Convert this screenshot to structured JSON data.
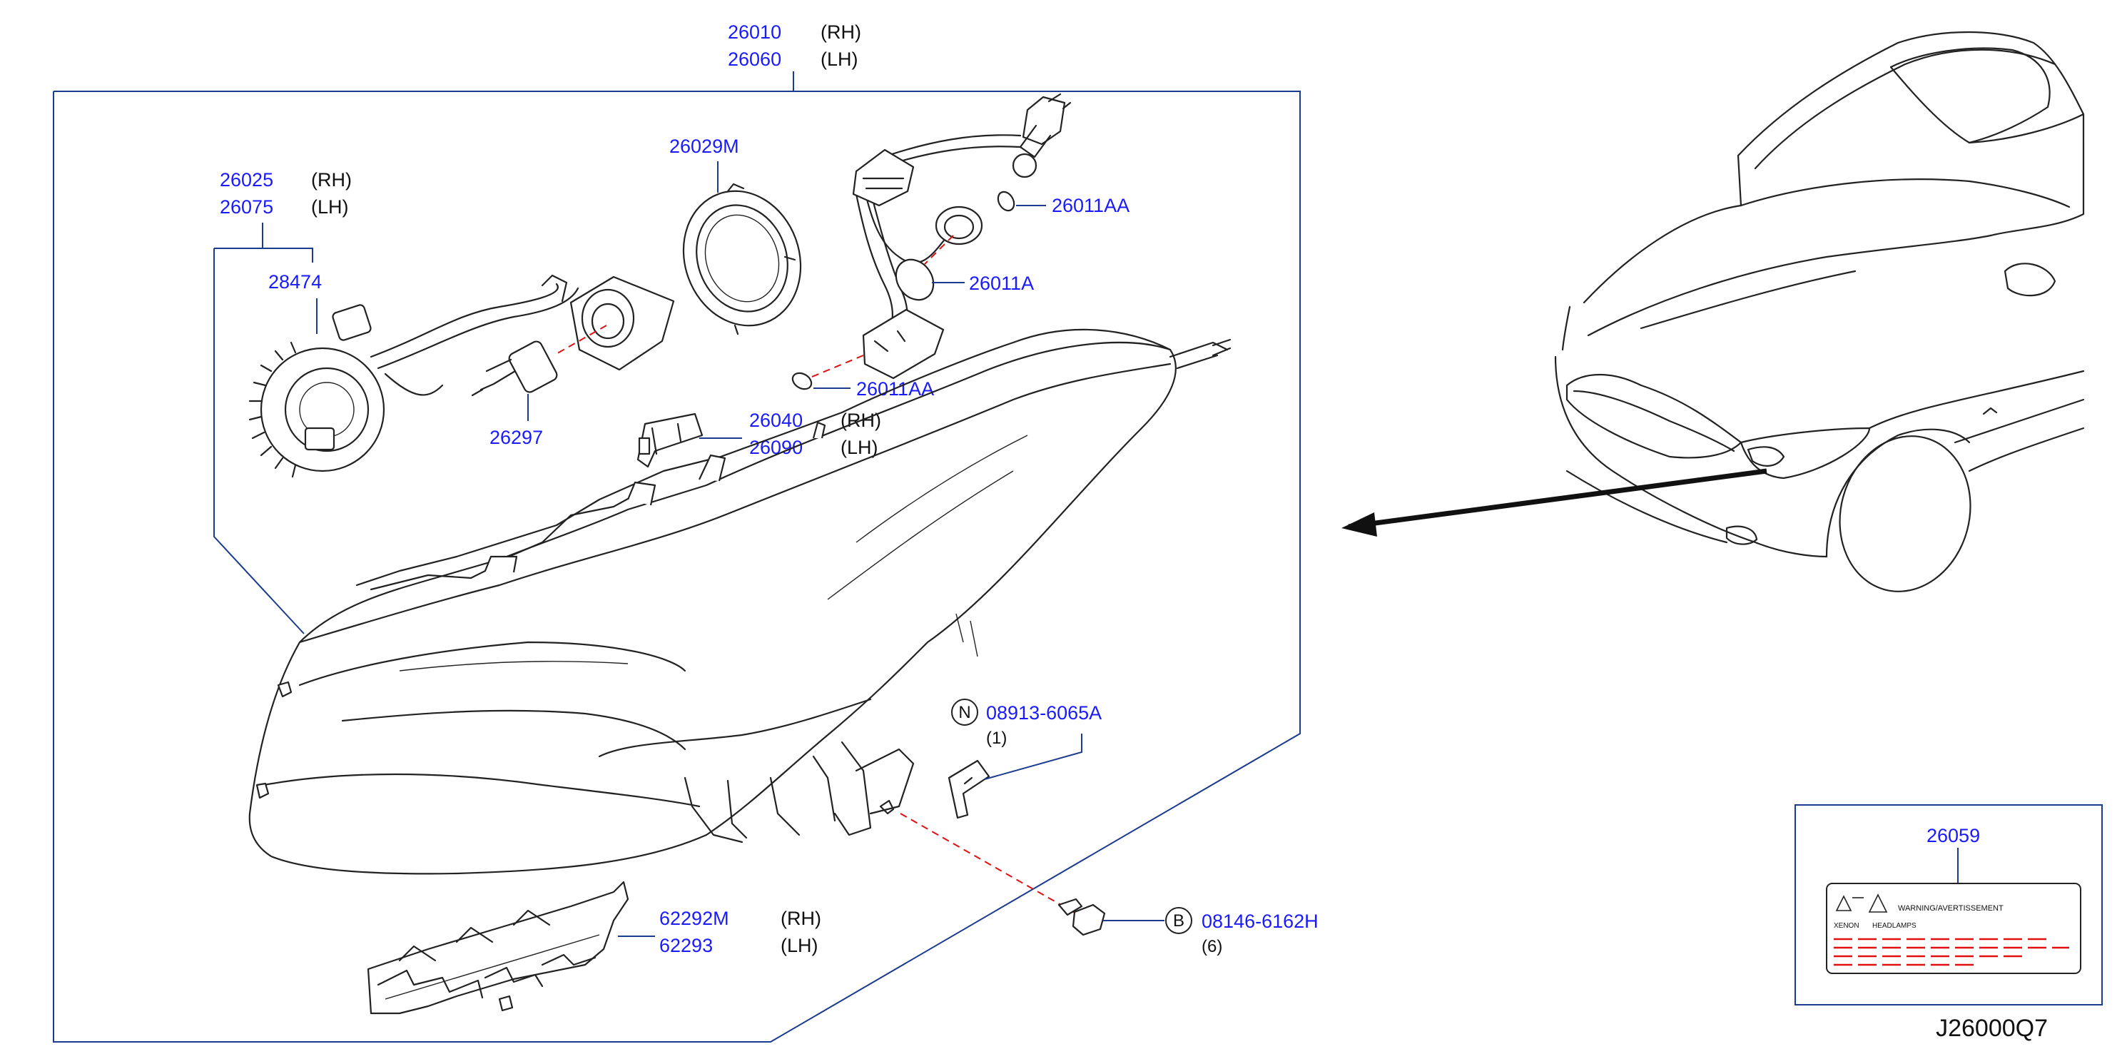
{
  "diagram_code": "J26000Q7",
  "assembly": {
    "pn_rh": "26010",
    "side_rh": "(RH)",
    "pn_lh": "26060",
    "side_lh": "(LH)"
  },
  "ballast": {
    "pn_rh": "26025",
    "side_rh": "(RH)",
    "pn_lh": "26075",
    "side_lh": "(LH)"
  },
  "igniter": {
    "pn": "28474"
  },
  "xenon_bulb": {
    "pn": "26297"
  },
  "cap": {
    "pn": "26029M"
  },
  "bulb_aa_top": {
    "pn": "26011AA"
  },
  "bulb_a": {
    "pn": "26011A"
  },
  "bulb_aa_bottom": {
    "pn": "26011AA"
  },
  "actuator": {
    "pn_rh": "26040",
    "side_rh": "(RH)",
    "pn_lh": "26090",
    "side_lh": "(LH)"
  },
  "bracket": {
    "pn_rh": "62292M",
    "side_rh": "(RH)",
    "pn_lh": "62293",
    "side_lh": "(LH)"
  },
  "nut": {
    "badge": "N",
    "pn": "08913-6065A",
    "qty": "(1)"
  },
  "bolt": {
    "badge": "B",
    "pn": "08146-6162H",
    "qty": "(6)"
  },
  "label": {
    "pn": "26059",
    "warning_text": "WARNING/AVERTISSEMENT",
    "col1": "XENON",
    "col2": "HEADLAMPS"
  },
  "colors": {
    "part_number": "#1a1aff",
    "leader": "#1a3b8f",
    "dash": "#e01010",
    "line_art": "#222222"
  }
}
